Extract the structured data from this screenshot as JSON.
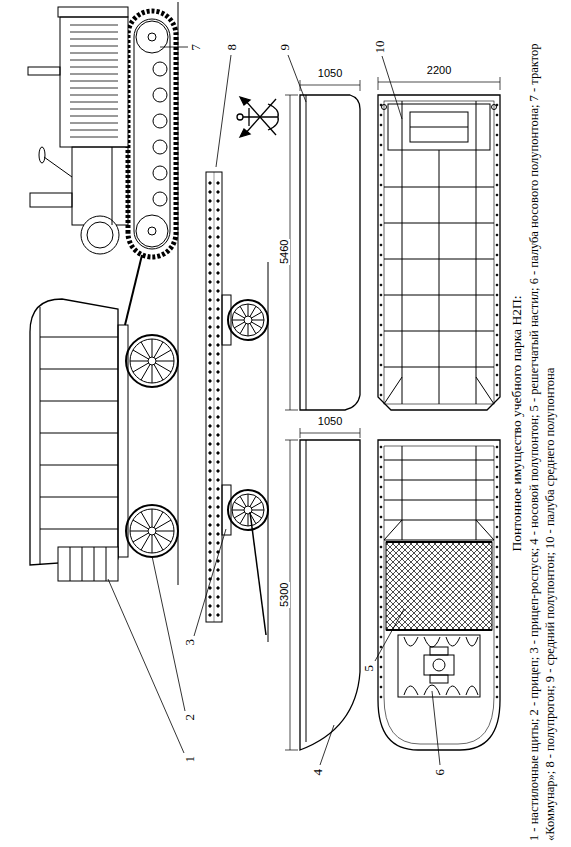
{
  "diagram": {
    "title": "Понтонное имущество учебного парка Н2П:",
    "caption": "1 - настилочные щиты; 2 - прицеп; 3 - прицеп-роспуск; 4 - носовой полупонтон; 5 - решетчатый настил; 6 - палуба носового полупонтона; 7 - трактор «Коммунар»; 8 - полупрогон; 9 - средний полупонтон; 10 - палуба среднего полупонтона",
    "labels": [
      "1",
      "2",
      "3",
      "4",
      "5",
      "6",
      "7",
      "8",
      "9",
      "10",
      "5300",
      "1050",
      "5460",
      "1050",
      "2200"
    ]
  }
}
